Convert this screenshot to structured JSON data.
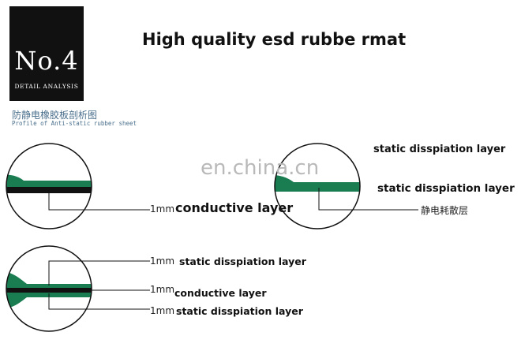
{
  "badge": {
    "number": "No.4",
    "subtitle": "DETAIL ANALYSIS"
  },
  "title": "High quality esd rubbe rmat",
  "section": {
    "cn_title": "防静电橡胶板剖析图",
    "en_subtitle": "Profile of Anti-static rubber sheet"
  },
  "watermark": "en.china.cn",
  "diagram1": {
    "thickness": "1mm",
    "layer_label": "conductive layer"
  },
  "diagram2": {
    "top_label": "static disspiation layer",
    "layer_label": "static disspiation layer",
    "cn_label": "静电耗散层"
  },
  "diagram3": {
    "layers": [
      {
        "thickness": "1mm",
        "label": "static disspiation layer"
      },
      {
        "thickness": "1mm",
        "label": "conductive layer"
      },
      {
        "thickness": "1mm",
        "label": "static disspiation layer"
      }
    ]
  },
  "colors": {
    "green": "#1a7d52",
    "black": "#111111",
    "watermark": "#b9b9b9",
    "caption_blue": "#4a6f8c"
  }
}
